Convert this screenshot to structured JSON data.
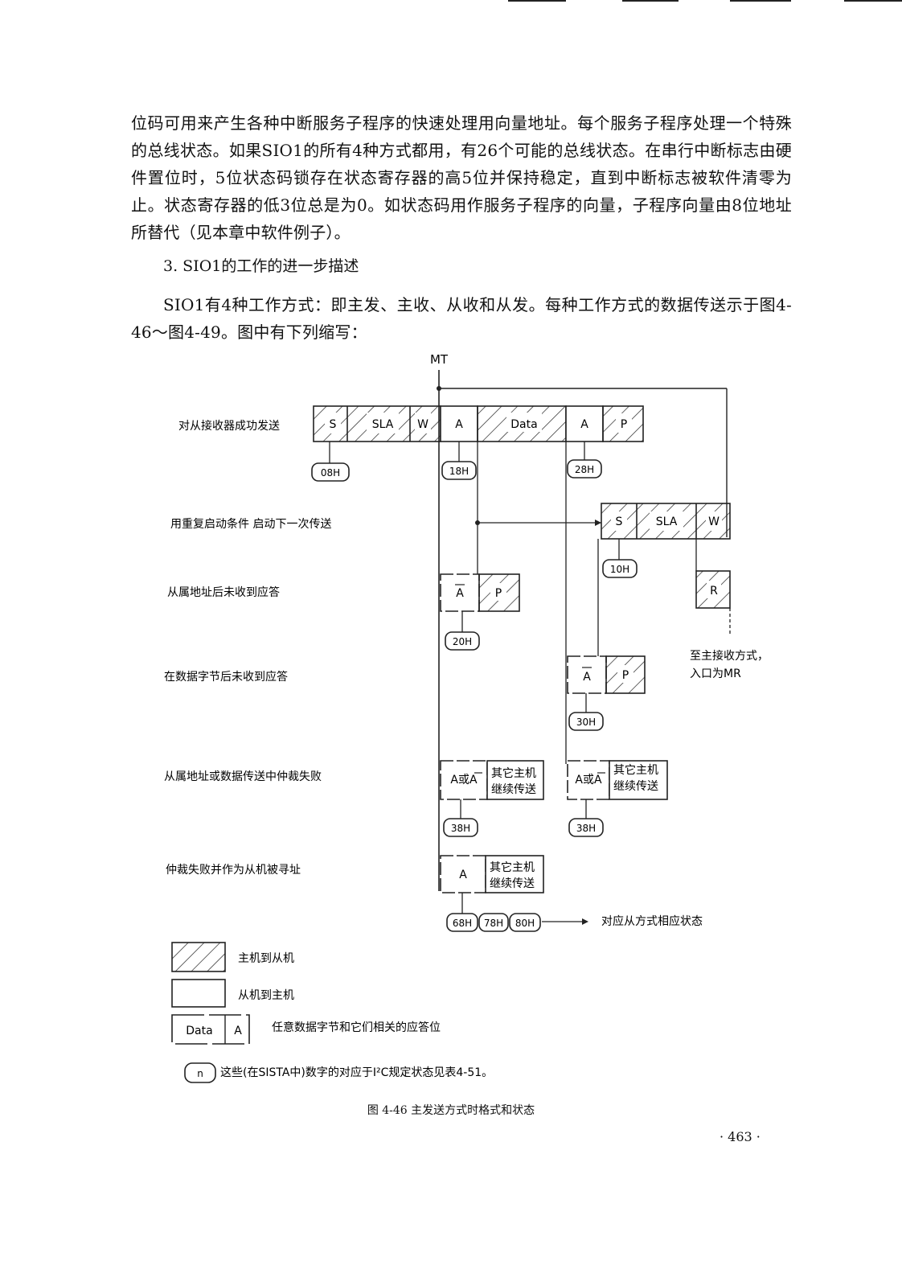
{
  "paragraph1": "位码可用来产生各种中断服务子程序的快速处理用向量地址。每个服务子程序处理一个特殊的总线状态。如果SIO1的所有4种方式都用，有26个可能的总线状态。在串行中断标志由硬件置位时，5位状态码锁存在状态寄存器的高5位并保持稳定，直到中断标志被软件清零为止。状态寄存器的低3位总是为0。如状态码用作服务子程序的向量，子程序向量由8位地址所替代（见本章中软件例子）。",
  "section_heading": "3. SIO1的工作的进一步描述",
  "paragraph2": "SIO1有4种工作方式：即主发、主收、从收和从发。每种工作方式的数据传送示于图4-46～图4-49。图中有下列缩写：",
  "figure": {
    "mt_label": "MT",
    "row_labels": [
      "对从接收器成功发送",
      "用重复启动条件 启动下一次传送",
      "从属地址后未收到应答",
      "在数据字节后未收到应答",
      "从属地址或数据传送中仲裁失败",
      "仲裁失败并作为从机被寻址"
    ],
    "boxes": {
      "s": "S",
      "sla": "SLA",
      "w": "W",
      "a": "A",
      "data": "Data",
      "p": "P",
      "r": "R",
      "a_bar": "A",
      "a_or_abar": "A或A",
      "other_master": [
        "其它主机",
        "继续传送"
      ],
      "to_mr": [
        "至主接收方式，",
        "入口为MR"
      ]
    },
    "states": {
      "s08": "08H",
      "s18": "18H",
      "s28": "28H",
      "s10": "10H",
      "s20": "20H",
      "s30": "30H",
      "s38a": "38H",
      "s38b": "38H",
      "s68": "68H",
      "s78": "78H",
      "s80": "80H"
    },
    "slave_mode_note": "对应从方式相应状态",
    "legend": {
      "master_to_slave": "主机到从机",
      "slave_to_master": "从机到主机",
      "data_label": "Data",
      "a_label": "A",
      "data_desc": "任意数据字节和它们相关的应答位",
      "n_label": "n",
      "n_desc": "这些(在SISTA中)数字的对应于I²C规定状态见表4-51。"
    },
    "caption": "图 4-46  主发送方式时格式和状态"
  },
  "page_number": "· 463 ·"
}
